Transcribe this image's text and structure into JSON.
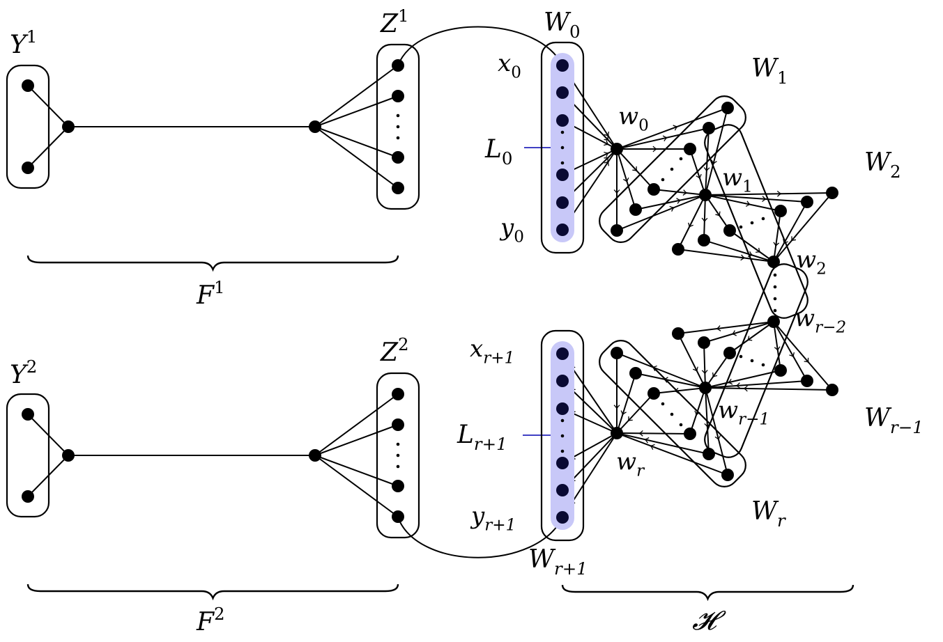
{
  "diagram": {
    "type": "graph-construction",
    "labels": {
      "Y1": {
        "base": "Y",
        "sup": "1"
      },
      "Z1": {
        "base": "Z",
        "sup": "1"
      },
      "F1": {
        "base": "F",
        "sup": "1"
      },
      "Y2": {
        "base": "Y",
        "sup": "2"
      },
      "Z2": {
        "base": "Z",
        "sup": "2"
      },
      "F2": {
        "base": "F",
        "sup": "2"
      },
      "W0": {
        "base": "W",
        "sub": "0"
      },
      "W1": {
        "base": "W",
        "sub": "1"
      },
      "W2": {
        "base": "W",
        "sub": "2"
      },
      "Wr1m": {
        "base": "W",
        "sub": "r−1"
      },
      "Wr": {
        "base": "W",
        "sub": "r"
      },
      "Wr1p": {
        "base": "W",
        "sub": "r+1"
      },
      "x0": {
        "base": "x",
        "sub": "0"
      },
      "y0": {
        "base": "y",
        "sub": "0"
      },
      "L0": {
        "base": "L",
        "sub": "0"
      },
      "xr1": {
        "base": "x",
        "sub": "r+1"
      },
      "yr1": {
        "base": "y",
        "sub": "r+1"
      },
      "Lr1": {
        "base": "L",
        "sub": "r+1"
      },
      "w0": {
        "base": "w",
        "sub": "0"
      },
      "w1": {
        "base": "w",
        "sub": "1"
      },
      "w2": {
        "base": "w",
        "sub": "2"
      },
      "wr2": {
        "base": "w",
        "sub": "r−2"
      },
      "wr1": {
        "base": "w",
        "sub": "r−1"
      },
      "wr": {
        "base": "w",
        "sub": "r"
      },
      "H": {
        "base": "𝓗"
      }
    },
    "colors": {
      "path_highlight": "#c8c8f8",
      "path_node": "#0a0a33",
      "pointer_line": "#0000b0"
    }
  }
}
